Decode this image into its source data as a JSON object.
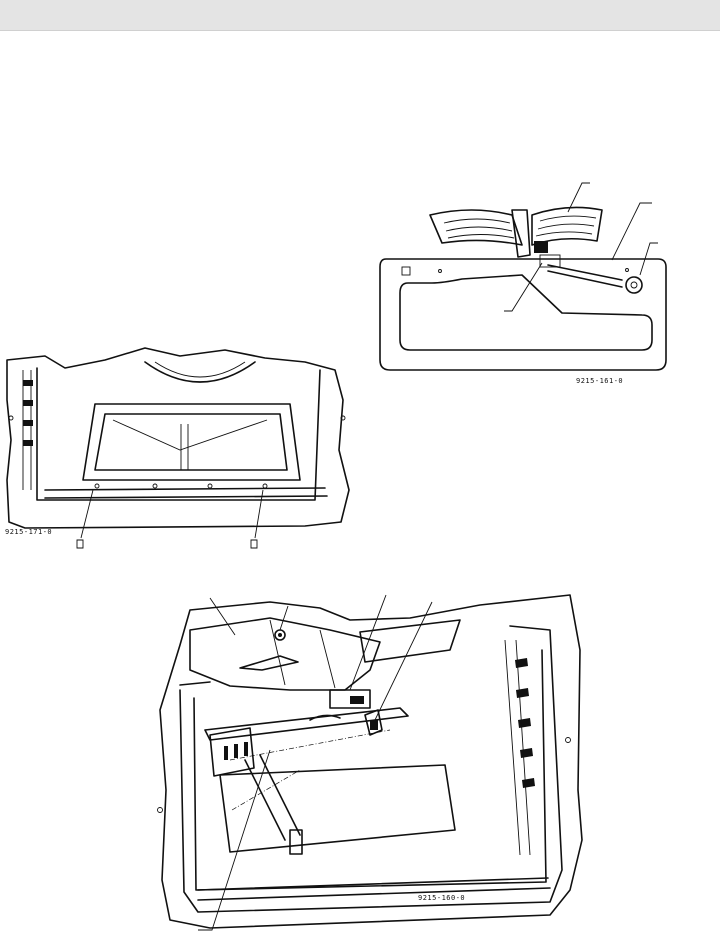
{
  "figures": [
    {
      "id": "burner-box",
      "code": "9215-171-0"
    },
    {
      "id": "door-panel",
      "code": "9215-161-0"
    },
    {
      "id": "oven-interior",
      "code": "9215-160-0"
    }
  ]
}
